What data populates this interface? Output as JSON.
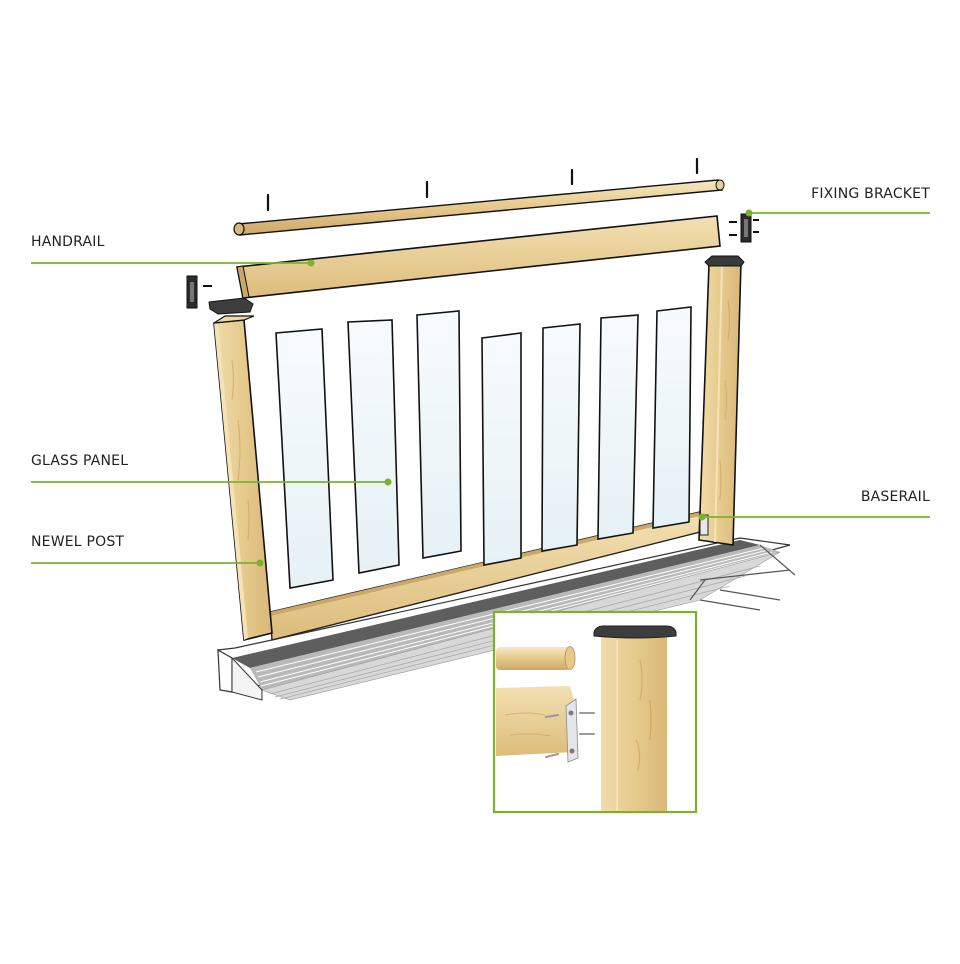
{
  "diagram": {
    "type": "exploded-assembly",
    "subject": "Glass panel balustrade on deck",
    "accent_color": "#7ab22e",
    "wood_color": "#e8cf96",
    "wood_dark": "#c9a868",
    "metal_color": "#3a3a3a",
    "glass_color": "#eef6fa",
    "deck_color": "#8c8c8c",
    "labels": [
      {
        "id": "handrail",
        "text": "HANDRAIL",
        "side": "left"
      },
      {
        "id": "fixing-bracket",
        "text": "FIXING BRACKET",
        "side": "right"
      },
      {
        "id": "glass-panel",
        "text": "GLASS PANEL",
        "side": "left"
      },
      {
        "id": "newel-post",
        "text": "NEWEL POST",
        "side": "left"
      },
      {
        "id": "baserail",
        "text": "BASERAIL",
        "side": "right"
      }
    ],
    "components": {
      "glass_panel_count": 7,
      "screws_on_handrail": 4,
      "newel_posts": 2,
      "post_caps": 2,
      "fixing_brackets": 2
    },
    "inset": {
      "description": "Detail: baserail attached to newel post with fixing bracket and screws",
      "screws_shown": 4
    }
  }
}
